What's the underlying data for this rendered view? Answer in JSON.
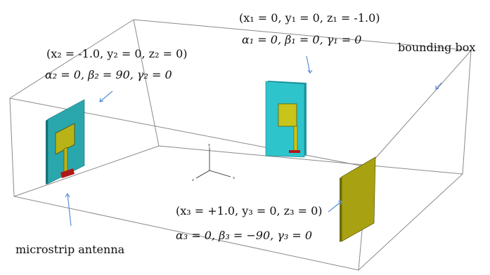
{
  "labels": {
    "bounding_box": "bounding box",
    "microstrip_antenna": "microstrip antenna",
    "antenna1_pos": "(x₁ = 0, y₁ = 0, z₁ = -1.0)",
    "antenna1_rot": "α₁ = 0, β₁ = 0, γ₁ = 0",
    "antenna2_pos": "(x₂ = -1.0, y₂ = 0, z₂ = 0)",
    "antenna2_rot": "α₂ = 0, β₂ = 90, γ₂ = 0",
    "antenna3_pos": "(x₃ = +1.0, y₃ = 0, z₃ = 0)",
    "antenna3_rot": "α₃ = 0, β₃ = −90, γ₃ = 0",
    "axis_y": "y",
    "axis_x": "x",
    "axis_z": "z"
  },
  "colors": {
    "substrate": "#2ec4cc",
    "substrate_side": "#1f9aa3",
    "patch": "#c9c41a",
    "feed": "#b01818",
    "box_edge": "#8a8a8a",
    "arrow": "#5b8fd6"
  }
}
